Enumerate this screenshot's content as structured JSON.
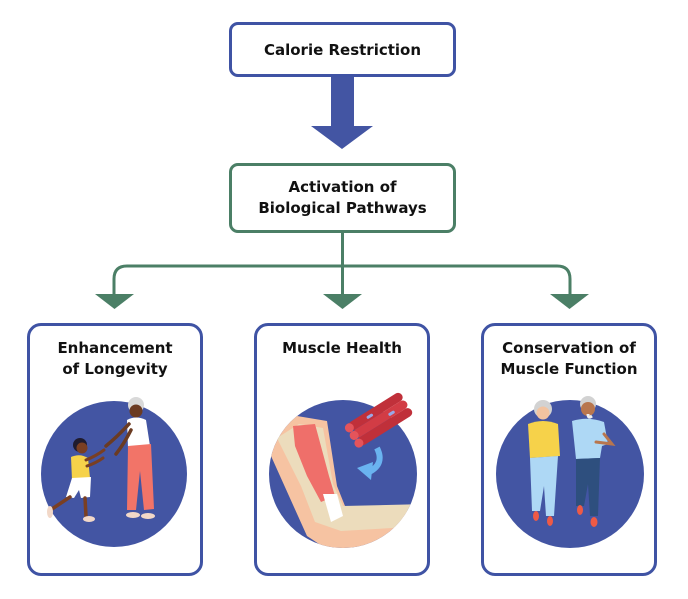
{
  "diagram": {
    "top_node": {
      "label": "Calorie Restriction"
    },
    "middle_node": {
      "line1": "Activation of",
      "line2": "Biological Pathways"
    },
    "outcomes": [
      {
        "line1": "Enhancement",
        "line2": "of Longevity",
        "illustration": "child-and-grandmother-reaching-icon"
      },
      {
        "line1": "Muscle Health",
        "line2": "",
        "illustration": "arm-muscle-fiber-icon"
      },
      {
        "line1": "Conservation of",
        "line2": "Muscle Function",
        "illustration": "elderly-couple-jogging-icon"
      }
    ]
  },
  "colors": {
    "primary_blue": "#3f53a4",
    "circle_blue": "#4355a3",
    "connector_green": "#4b7f66"
  }
}
